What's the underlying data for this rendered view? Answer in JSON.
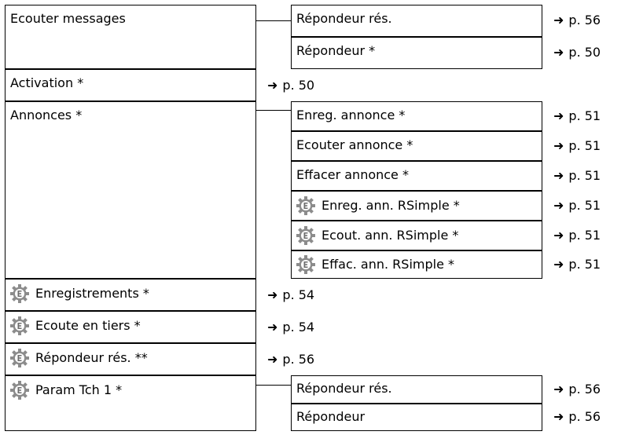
{
  "arrow": "➜",
  "left_items": [
    {
      "label": "Ecouter messages",
      "expert": false
    },
    {
      "label": "Activation *",
      "expert": false
    },
    {
      "label": "Annonces *",
      "expert": false
    },
    {
      "label": "Enregistrements *",
      "expert": true
    },
    {
      "label": "Ecoute en tiers *",
      "expert": true
    },
    {
      "label": "Répondeur rés. **",
      "expert": true
    },
    {
      "label": "Param Tch 1 *",
      "expert": true
    }
  ],
  "direct_refs": [
    "p. 50",
    "p. 54",
    "p. 54",
    "p. 56"
  ],
  "sub_items": [
    {
      "label": "Répondeur rés.",
      "page": "p. 56",
      "expert": false
    },
    {
      "label": "Répondeur *",
      "page": "p. 50",
      "expert": false
    },
    {
      "label": "Enreg. annonce *",
      "page": "p. 51",
      "expert": false
    },
    {
      "label": "Ecouter annonce *",
      "page": "p. 51",
      "expert": false
    },
    {
      "label": "Effacer annonce *",
      "page": "p. 51",
      "expert": false
    },
    {
      "label": "Enreg. ann. RSimple *",
      "page": "p. 51",
      "expert": true
    },
    {
      "label": "Ecout. ann. RSimple *",
      "page": "p. 51",
      "expert": true
    },
    {
      "label": "Effac. ann. RSimple *",
      "page": "p. 51",
      "expert": true
    },
    {
      "label": "Répondeur rés.",
      "page": "p. 56",
      "expert": false
    },
    {
      "label": "Répondeur",
      "page": "p. 56",
      "expert": false
    }
  ],
  "colors": {
    "gear": "#8c8c8c",
    "line": "#000000"
  },
  "icon": "expert-mode-gear-icon"
}
